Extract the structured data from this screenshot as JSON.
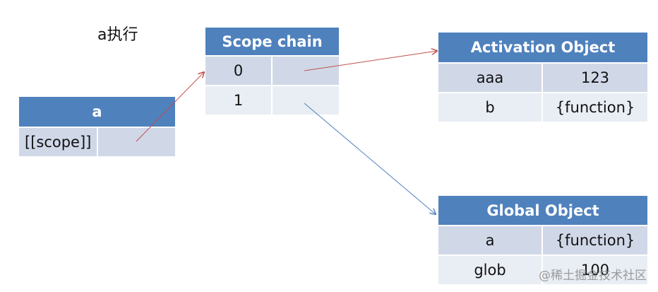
{
  "caption": "a执行",
  "function_a": {
    "header": "a",
    "rows": [
      {
        "label": "[[scope]]",
        "value": ""
      }
    ]
  },
  "scope_chain": {
    "header": "Scope chain",
    "rows": [
      {
        "index": "0",
        "value": ""
      },
      {
        "index": "1",
        "value": ""
      }
    ]
  },
  "activation_object": {
    "header": "Activation Object",
    "rows": [
      {
        "name": "aaa",
        "value": "123"
      },
      {
        "name": "b",
        "value": "{function}"
      }
    ]
  },
  "global_object": {
    "header": "Global Object",
    "rows": [
      {
        "name": "a",
        "value": "{function}"
      },
      {
        "name": "glob",
        "value": "100"
      }
    ]
  },
  "arrow_colors": {
    "scope_to_chain": "#c0504d",
    "chain0_to_activation": "#c0504d",
    "chain1_to_global": "#4f81bd"
  },
  "watermark": "@稀土掘金技术社区"
}
